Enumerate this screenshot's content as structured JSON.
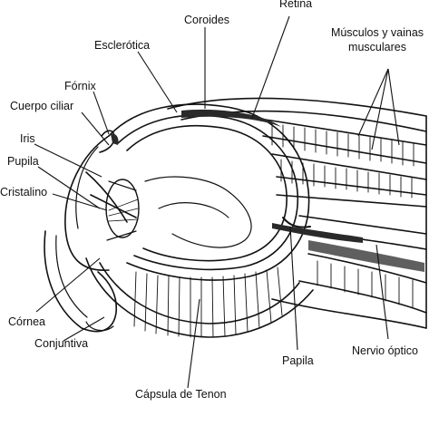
{
  "colors": {
    "ink": "#111111",
    "paper": "#ffffff",
    "shade": "#2a2a2a"
  },
  "labels": {
    "retina": "Retina",
    "coroides": "Coroides",
    "musculos_line1": "Músculos y vainas",
    "musculos_line2": "musculares",
    "esclerotica": "Esclerótica",
    "fornix": "Fórnix",
    "cuerpo_ciliar": "Cuerpo ciliar",
    "iris": "Iris",
    "pupila": "Pupila",
    "cristalino": "Cristalino",
    "cornea": "Córnea",
    "conjuntiva": "Conjuntiva",
    "capsula_tenon": "Cápsula de Tenon",
    "papila": "Papila",
    "nervio_optico": "Nervio óptico"
  }
}
